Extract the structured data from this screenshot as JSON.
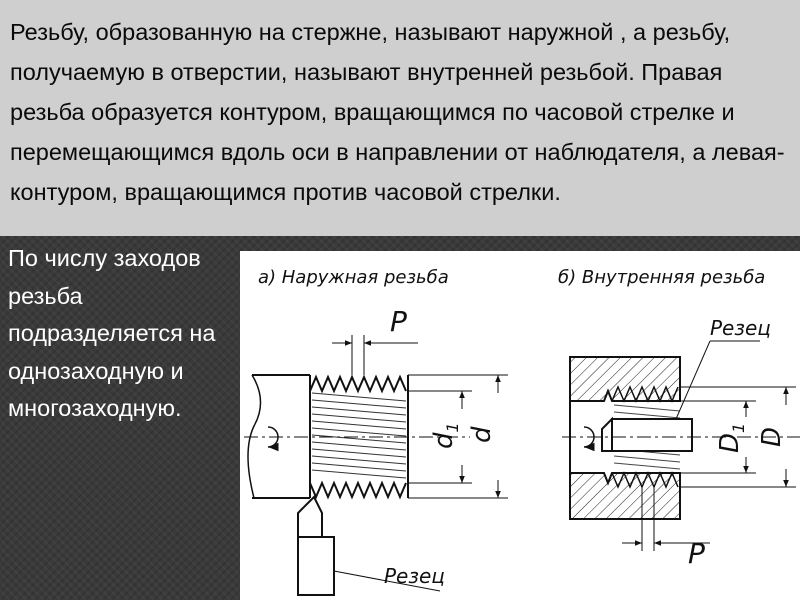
{
  "main_text": "Резьбу, образованную на стержне, называют наружной , а резьбу, получаемую в отверстии, называют внутренней резьбой. Правая резьба образуется контуром, вращающимся по часовой стрелке и перемещающимся вдоль оси в направлении от наблюдателя, а левая-контуром, вращающимся против часовой стрелки.",
  "side_text": "По числу заходов резьба подразделяется на однозаходную и многозаходную.",
  "figure": {
    "caption_a": "а) Наружная резьба",
    "caption_b": "б) Внутренняя резьба",
    "pitch_a": "P",
    "d1": "d",
    "d1_sub": "1",
    "d": "d",
    "cutter_a": "Резец",
    "cutter_b": "Резец",
    "D1": "D",
    "D1_sub": "1",
    "D": "D",
    "pitch_b": "P"
  }
}
